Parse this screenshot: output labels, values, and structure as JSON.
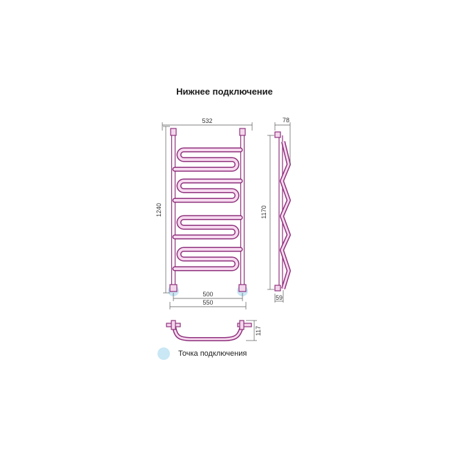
{
  "diagram": {
    "title": "Нижнее подключение",
    "dimensions": {
      "top_width": "532",
      "height_total": "1240",
      "height_side": "1170",
      "depth_top": "78",
      "offset_bottom": "59",
      "inner_width": "500",
      "outer_width": "550",
      "depth_plan": "117"
    },
    "legend": {
      "label": "Точка подключения"
    },
    "colors": {
      "pipe": "#8e2f7b",
      "pipe_highlight": "#f6d9ef",
      "dimension_line": "#555555",
      "connection_point": "#c9e7f5"
    }
  }
}
